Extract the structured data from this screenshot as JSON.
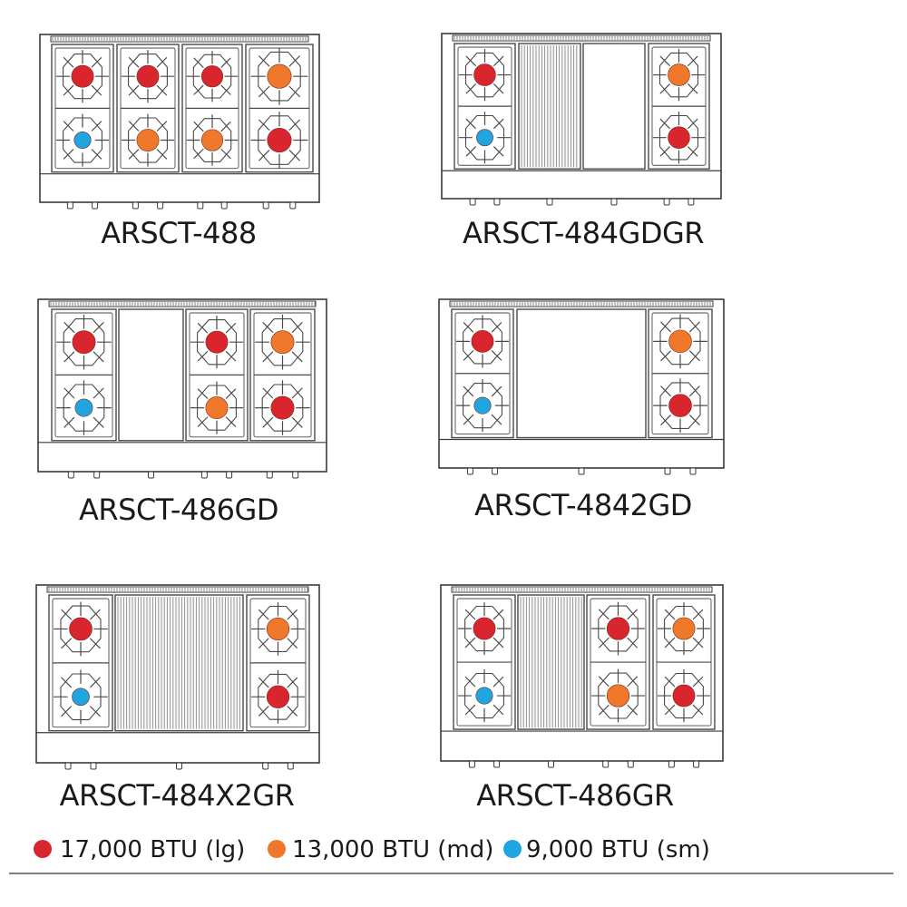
{
  "colors": {
    "lg": "#d9252e",
    "md": "#f0782a",
    "sm": "#1fa6e0",
    "outline": "#3a3a3a",
    "stroke": "#4a4a4a",
    "background": "#ffffff"
  },
  "units": [
    {
      "model": "ARSCT-488",
      "sections": [
        {
          "type": "burner",
          "top": "lg",
          "bottom": "sm"
        },
        {
          "type": "burner",
          "top": "lg",
          "bottom": "md"
        },
        {
          "type": "burner",
          "top": "lg",
          "bottom": "md"
        },
        {
          "type": "burner",
          "top": "md",
          "bottom": "lg"
        }
      ]
    },
    {
      "model": "ARSCT-484GDGR",
      "sections": [
        {
          "type": "burner",
          "top": "lg",
          "bottom": "sm"
        },
        {
          "type": "grill"
        },
        {
          "type": "griddle"
        },
        {
          "type": "burner",
          "top": "md",
          "bottom": "lg"
        }
      ]
    },
    {
      "model": "ARSCT-486GD",
      "sections": [
        {
          "type": "burner",
          "top": "lg",
          "bottom": "sm"
        },
        {
          "type": "griddle"
        },
        {
          "type": "burner",
          "top": "lg",
          "bottom": "md"
        },
        {
          "type": "burner",
          "top": "md",
          "bottom": "lg"
        }
      ]
    },
    {
      "model": "ARSCT-4842GD",
      "sections": [
        {
          "type": "burner",
          "top": "lg",
          "bottom": "sm"
        },
        {
          "type": "griddle"
        },
        {
          "type": "burner",
          "top": "md",
          "bottom": "lg"
        }
      ]
    },
    {
      "model": "ARSCT-484X2GR",
      "sections": [
        {
          "type": "burner",
          "top": "lg",
          "bottom": "sm"
        },
        {
          "type": "grill"
        },
        {
          "type": "burner",
          "top": "md",
          "bottom": "lg"
        }
      ]
    },
    {
      "model": "ARSCT-486GR",
      "sections": [
        {
          "type": "burner",
          "top": "lg",
          "bottom": "sm"
        },
        {
          "type": "grill"
        },
        {
          "type": "burner",
          "top": "lg",
          "bottom": "md"
        },
        {
          "type": "burner",
          "top": "md",
          "bottom": "lg"
        }
      ]
    }
  ],
  "legend": [
    {
      "size": "lg",
      "label": "17,000 BTU (lg)"
    },
    {
      "size": "md",
      "label": "13,000 BTU (md)"
    },
    {
      "size": "sm",
      "label": "9,000 BTU (sm)"
    }
  ]
}
